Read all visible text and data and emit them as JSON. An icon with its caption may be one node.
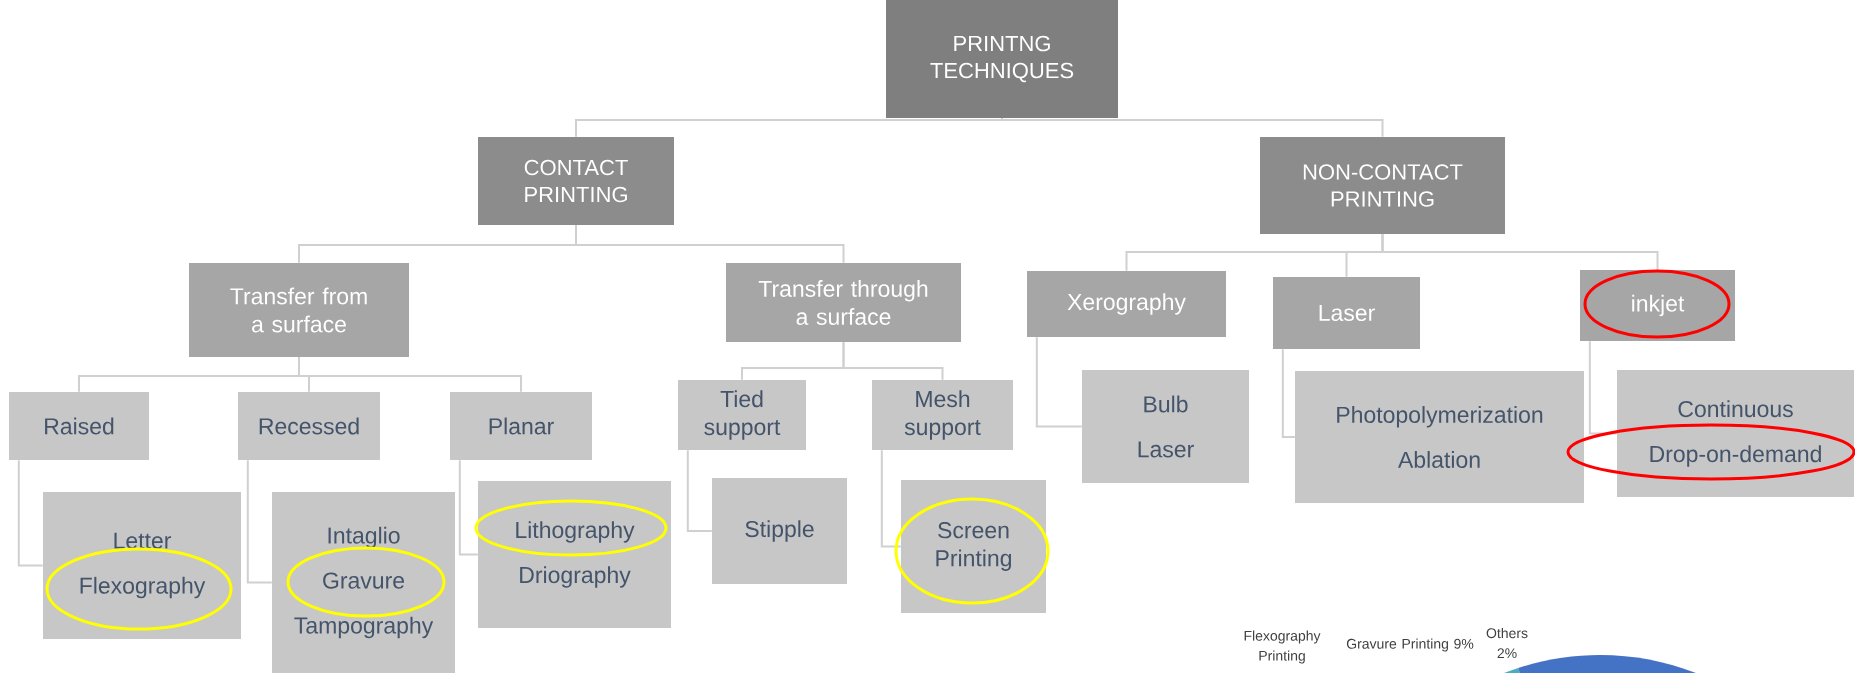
{
  "diagram": {
    "nodes": [
      {
        "text": [
          "PRINTNG TECHNIQUES"
        ]
      },
      {
        "text": [
          "CONTACT PRINTING"
        ]
      },
      {
        "text": [
          "NON-CONTACT PRINTING"
        ]
      },
      {
        "text": [
          "Transfer from a surface"
        ]
      },
      {
        "text": [
          "Transfer through a surface"
        ]
      },
      {
        "text": [
          "Xerography"
        ]
      },
      {
        "text": [
          "Laser"
        ]
      },
      {
        "text": [
          "inkjet"
        ]
      },
      {
        "text": [
          "Raised"
        ]
      },
      {
        "text": [
          "Recessed"
        ]
      },
      {
        "text": [
          "Planar"
        ]
      },
      {
        "text": [
          "Tied support"
        ]
      },
      {
        "text": [
          "Mesh support"
        ]
      },
      {
        "text": [
          "Letter",
          "Flexography"
        ]
      },
      {
        "text": [
          "Intaglio",
          "Gravure",
          "Tampography"
        ]
      },
      {
        "text": [
          "Lithography",
          "Driography"
        ]
      },
      {
        "text": [
          "Stipple"
        ]
      },
      {
        "text": [
          "Screen Printing"
        ]
      },
      {
        "text": [
          "Bulb",
          "Laser"
        ]
      },
      {
        "text": [
          "Photopolymerization",
          "Ablation"
        ]
      },
      {
        "text": [
          "Continuous",
          "Drop-on-demand"
        ]
      }
    ],
    "edges": [
      {
        "from": 0,
        "to": 1,
        "arrow": "none"
      },
      {
        "from": 0,
        "to": 2,
        "arrow": "none"
      },
      {
        "from": 1,
        "to": 3,
        "arrow": "none"
      },
      {
        "from": 1,
        "to": 4,
        "arrow": "none"
      },
      {
        "from": 2,
        "to": 5,
        "arrow": "none"
      },
      {
        "from": 2,
        "to": 6,
        "arrow": "none"
      },
      {
        "from": 2,
        "to": 7,
        "arrow": "none"
      },
      {
        "from": 3,
        "to": 8,
        "arrow": "none"
      },
      {
        "from": 3,
        "to": 9,
        "arrow": "none"
      },
      {
        "from": 3,
        "to": 10,
        "arrow": "none"
      },
      {
        "from": 4,
        "to": 11,
        "arrow": "none"
      },
      {
        "from": 4,
        "to": 12,
        "arrow": "none"
      },
      {
        "from": 8,
        "to": 13,
        "arrow": "none"
      },
      {
        "from": 9,
        "to": 14,
        "arrow": "none"
      },
      {
        "from": 10,
        "to": 15,
        "arrow": "none"
      },
      {
        "from": 11,
        "to": 16,
        "arrow": "none"
      },
      {
        "from": 12,
        "to": 17,
        "arrow": "none"
      },
      {
        "from": 5,
        "to": 18,
        "arrow": "none"
      },
      {
        "from": 6,
        "to": 19,
        "arrow": "none"
      },
      {
        "from": 7,
        "to": 20,
        "arrow": "none"
      }
    ],
    "labels": [
      "Flexography Printing",
      "Gravure Printing 9%",
      "Others 2%"
    ]
  }
}
